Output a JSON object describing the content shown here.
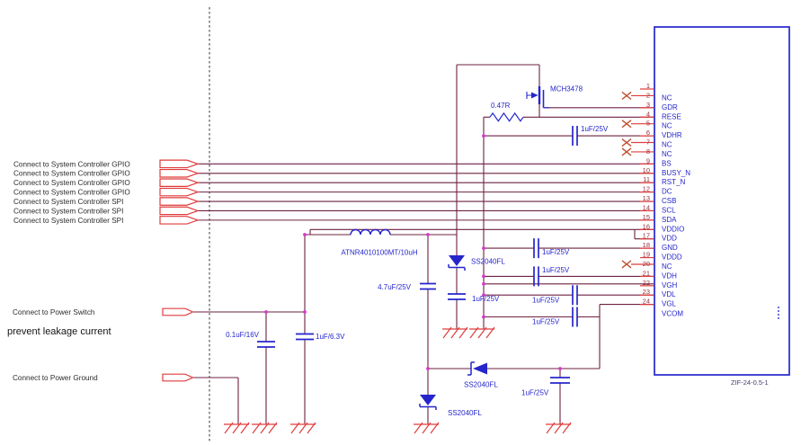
{
  "schematic": {
    "left": {
      "controller_ports": [
        {
          "label": "Connect to System Controller GPIO"
        },
        {
          "label": "Connect to System Controller GPIO"
        },
        {
          "label": "Connect to System Controller GPIO"
        },
        {
          "label": "Connect to System Controller GPIO"
        },
        {
          "label": "Connect to System Controller SPI"
        },
        {
          "label": "Connect to System Controller SPI"
        },
        {
          "label": "Connect to System Controller SPI"
        }
      ],
      "power_switch_label": "Connect to Power Switch",
      "leakage_note": "prevent leakage current",
      "power_ground_label": "Connect to Power Ground"
    },
    "components": {
      "mosfet": "MCH3478",
      "sense_resistor": "0.47R",
      "cap_vdhr": "1uF/25V",
      "inductor": "ATNR4010100MT/10uH",
      "boost_diode": "SS2040FL",
      "boost_cap": "4.7uF/25V",
      "cap_gnd": "1uF/25V",
      "cap_vdh": "1uF/25V",
      "cap_rail": "1uF/25V",
      "cap_vdl": "1uF/25V",
      "cap_vgl": "1uF/25V",
      "cap_vcom": "1uF/25V",
      "diode_mid": "SS2040FL",
      "diode_low": "SS2040FL",
      "cap_in_a": "0.1uF/16V",
      "cap_in_b": "1uF/6.3V"
    },
    "connector": {
      "name": "ZIF-24-0.5-1",
      "pins": [
        {
          "num": "1",
          "label": "",
          "nc": false
        },
        {
          "num": "2",
          "label": "NC",
          "nc": true
        },
        {
          "num": "3",
          "label": "GDR",
          "nc": false
        },
        {
          "num": "4",
          "label": "RESE",
          "nc": false
        },
        {
          "num": "5",
          "label": "NC",
          "nc": true
        },
        {
          "num": "6",
          "label": "VDHR",
          "nc": false
        },
        {
          "num": "7",
          "label": "NC",
          "nc": true
        },
        {
          "num": "8",
          "label": "NC",
          "nc": true
        },
        {
          "num": "9",
          "label": "BS",
          "nc": false
        },
        {
          "num": "10",
          "label": "BUSY_N",
          "nc": false
        },
        {
          "num": "11",
          "label": "RST_N",
          "nc": false
        },
        {
          "num": "12",
          "label": "DC",
          "nc": false
        },
        {
          "num": "13",
          "label": "CSB",
          "nc": false
        },
        {
          "num": "14",
          "label": "SCL",
          "nc": false
        },
        {
          "num": "15",
          "label": "SDA",
          "nc": false
        },
        {
          "num": "16",
          "label": "VDDIO",
          "nc": false
        },
        {
          "num": "17",
          "label": "VDD",
          "nc": false
        },
        {
          "num": "18",
          "label": "GND",
          "nc": false
        },
        {
          "num": "19",
          "label": "VDDD",
          "nc": false
        },
        {
          "num": "20",
          "label": "NC",
          "nc": true
        },
        {
          "num": "21",
          "label": "VDH",
          "nc": false
        },
        {
          "num": "22",
          "label": "VGH",
          "nc": false
        },
        {
          "num": "23",
          "label": "VDL",
          "nc": false
        },
        {
          "num": "24",
          "label": "VGL",
          "nc": false
        },
        {
          "num": "",
          "label": "VCOM",
          "nc": false
        }
      ]
    },
    "colors": {
      "wire": "#6e2142",
      "red": "#e03c3c",
      "blue": "#2525cc",
      "dot": "#d438c8",
      "x_mark": "#c05030",
      "pin_number": "#93303a",
      "text": "#2b2b2b",
      "connector_label": "#3f3f6e",
      "separator": "#555555",
      "background": "#ffffff"
    }
  }
}
